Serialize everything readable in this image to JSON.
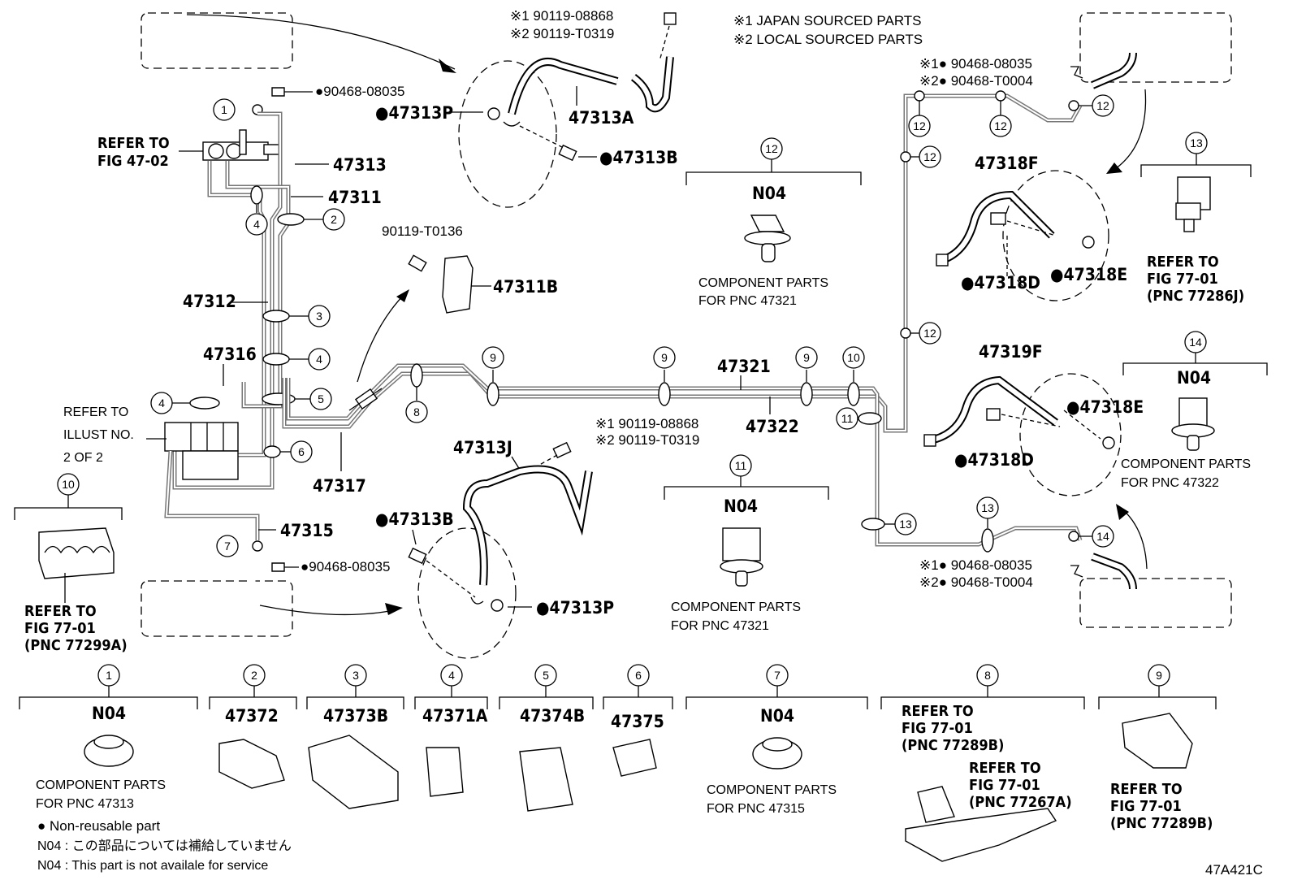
{
  "notes": {
    "japan": "※1 JAPAN SOURCED PARTS",
    "local": "※2 LOCAL SOURCED PARTS"
  },
  "parts": {
    "p1": "●90468-08035",
    "p2": "●47313P",
    "p3": "47313A",
    "p4": "●47313B",
    "p5": "47313",
    "p6": "47311",
    "p7": "47312",
    "p8": "47316",
    "p9": "47317",
    "p10": "47315",
    "p11": "●90468-08035",
    "p12": "90119-T0136",
    "p13": "47311B",
    "p14": "47321",
    "p15": "47322",
    "p16": "47313J",
    "p17": "●47313B",
    "p18": "●47313P",
    "p19": "47318F",
    "p20": "●47318D",
    "p21": "●47318E",
    "p22": "47319F",
    "p23": "●47318E",
    "p24": "●47318D",
    "top_s1": "※1 90119-08868",
    "top_s2": "※2 90119-T0319",
    "mid_s1": "※1 90119-08868",
    "mid_s2": "※2 90119-T0319",
    "tr_s1": "※1● 90468-08035",
    "tr_s2": "※2● 90468-T0004",
    "br_s1": "※1● 90468-08035",
    "br_s2": "※2● 90468-T0004"
  },
  "refers": {
    "r1a": "REFER TO",
    "r1b": "FIG 47-02",
    "r2a": "REFER TO",
    "r2b": "ILLUST NO.",
    "r2c": "2 OF 2",
    "r3a": "REFER TO",
    "r3b": "FIG 77-01",
    "r3c": "(PNC 77299A)",
    "r4a": "REFER TO",
    "r4b": "FIG 77-01",
    "r4c": "(PNC 77286J)"
  },
  "callouts": {
    "c12": {
      "num": "12",
      "code": "N04",
      "l1": "COMPONENT PARTS",
      "l2": "FOR PNC 47321"
    },
    "c13": {
      "num": "13"
    },
    "c14": {
      "num": "14",
      "code": "N04",
      "l1": "COMPONENT PARTS",
      "l2": "FOR PNC 47322"
    },
    "c11": {
      "num": "11",
      "code": "N04",
      "l1": "COMPONENT PARTS",
      "l2": "FOR PNC 47321"
    },
    "c10": {
      "num": "10"
    }
  },
  "numbers": {
    "n1": "1",
    "n2": "2",
    "n3": "3",
    "n4": "4",
    "n4b": "4",
    "n5": "5",
    "n6": "6",
    "n7": "7",
    "n8": "8",
    "n9a": "9",
    "n9b": "9",
    "n9c": "9",
    "n10": "10",
    "n11": "11",
    "n12a": "12",
    "n12b": "12",
    "n12c": "12",
    "n12d": "12",
    "n12e": "12",
    "n13a": "13",
    "n13b": "13",
    "n14": "14"
  },
  "bottom": [
    {
      "num": "1",
      "code": "N04",
      "l1": "COMPONENT PARTS",
      "l2": "FOR PNC 47313"
    },
    {
      "num": "2",
      "code": "47372"
    },
    {
      "num": "3",
      "code": "47373B"
    },
    {
      "num": "4",
      "code": "47371A"
    },
    {
      "num": "5",
      "code": "47374B"
    },
    {
      "num": "6",
      "code": "47375"
    },
    {
      "num": "7",
      "code": "N04",
      "l1": "COMPONENT PARTS",
      "l2": "FOR PNC 47315"
    },
    {
      "num": "8",
      "r1": "REFER TO",
      "r2": "FIG 77-01",
      "r3": "(PNC 77289B)",
      "r4": "REFER TO",
      "r5": "FIG 77-01",
      "r6": "(PNC 77267A)"
    },
    {
      "num": "9",
      "r1": "REFER TO",
      "r2": "FIG 77-01",
      "r3": "(PNC 77289B)"
    }
  ],
  "legend": {
    "l1": "● Non-reusable part",
    "l2": "N04 :  この部品については補給していません",
    "l3": "N04 :  This part is not availale for service"
  },
  "diagram_id": "47A421C"
}
